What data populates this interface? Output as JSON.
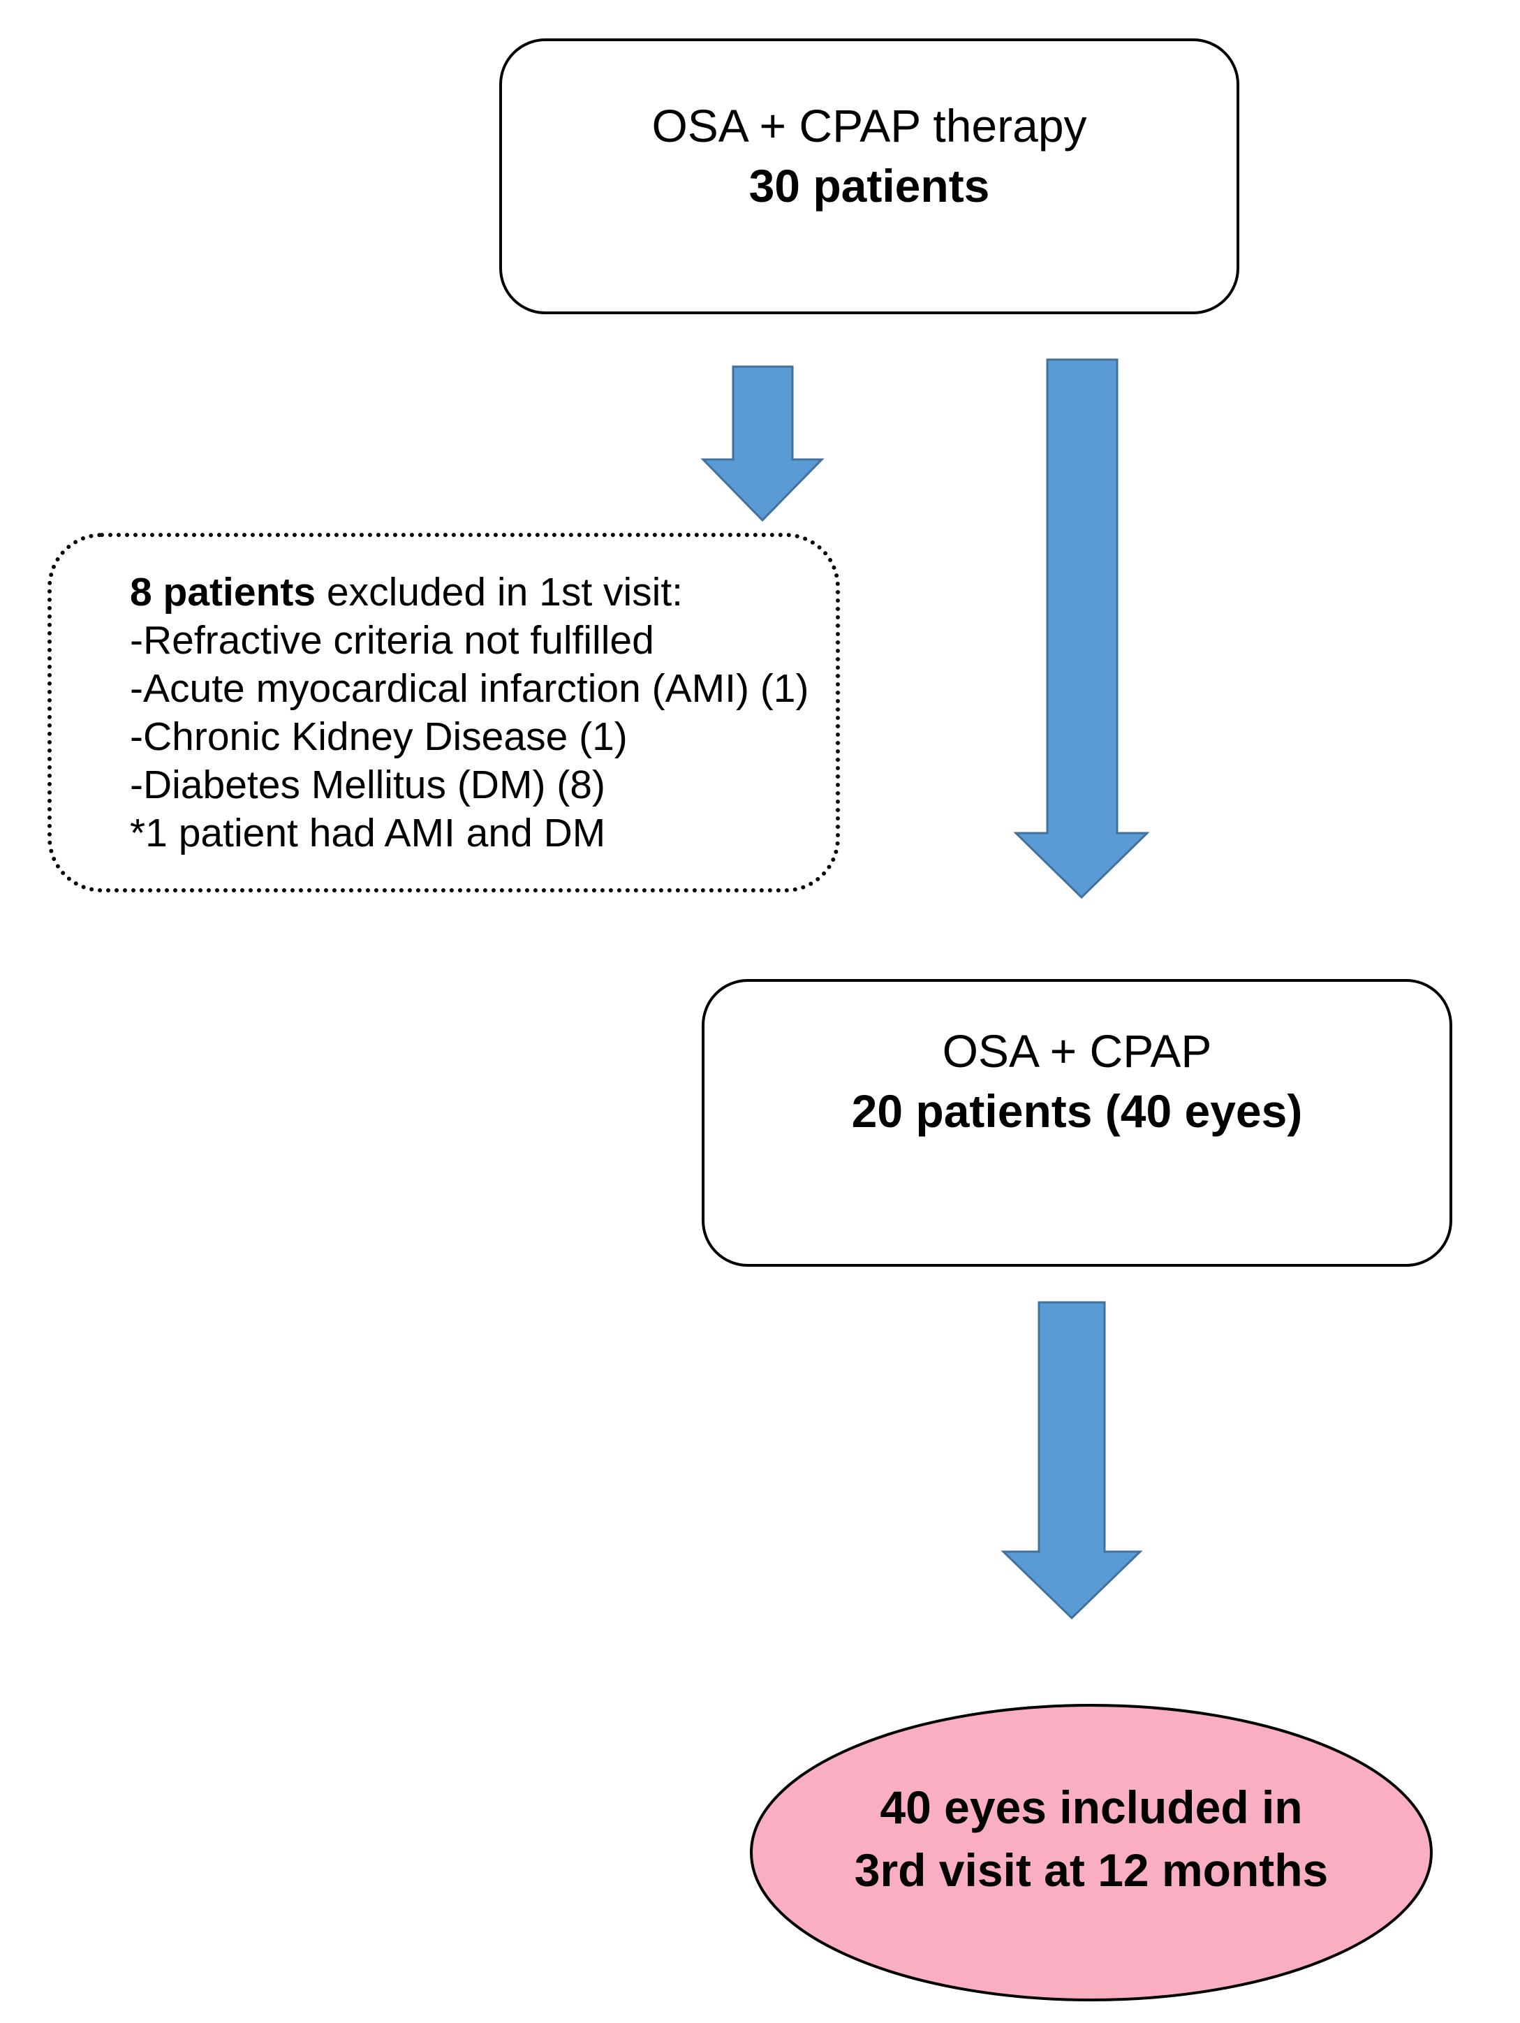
{
  "flowchart": {
    "top_box": {
      "line1": "OSA + CPAP therapy",
      "line2_bold": "30 patients"
    },
    "excluded_box": {
      "heading_bold": "8 patients",
      "heading_rest": " excluded in 1st visit:",
      "items": [
        "-Refractive criteria not fulfilled",
        "-Acute myocardical infarction (AMI) (1)",
        "-Chronic Kidney Disease (1)",
        "-Diabetes Mellitus (DM) (8)",
        "*1 patient had AMI and DM"
      ]
    },
    "middle_box": {
      "line1": "OSA + CPAP",
      "line2_bold": "20 patients (40 eyes)"
    },
    "final_ellipse": {
      "line1": "40 eyes included in",
      "line2": "3rd visit at 12 months"
    },
    "colors": {
      "arrow_fill": "#5B9BD5",
      "arrow_stroke": "#41719C",
      "ellipse_fill": "#F9AEC2",
      "node_border": "#000000",
      "background": "#FFFFFF"
    }
  }
}
